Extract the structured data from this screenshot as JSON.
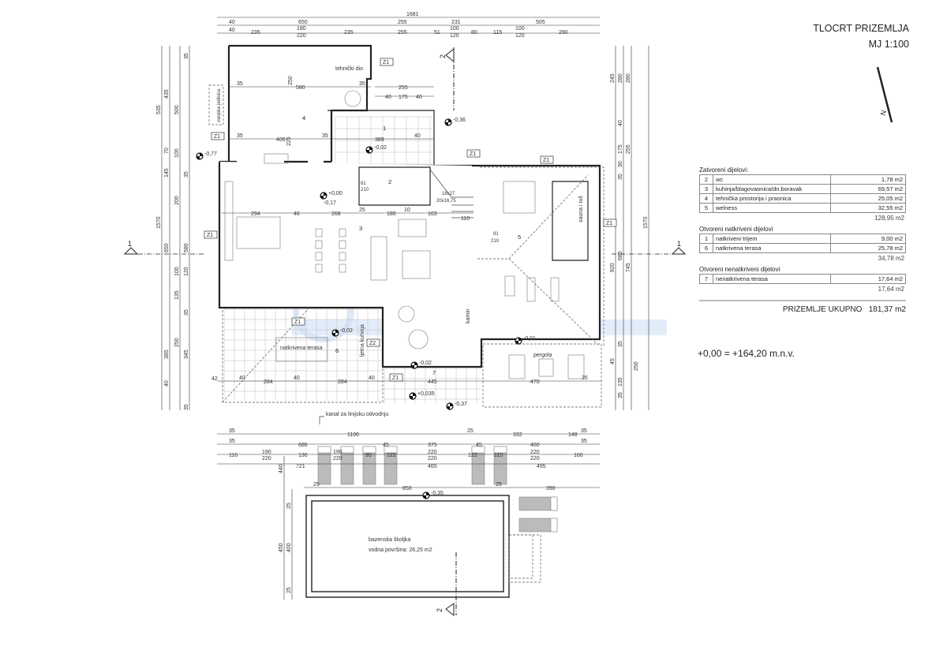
{
  "title": {
    "line1": "TLOCRT PRIZEMLJA",
    "line2": "MJ 1:100"
  },
  "areas": {
    "closed": {
      "label": "Zatvoreni dijelovi:",
      "rows": [
        {
          "n": "2",
          "name": "wc",
          "area": "1,78 m2"
        },
        {
          "n": "3",
          "name": "kuhinja/blagovaonica/dn.boravak",
          "area": "69,57 m2"
        },
        {
          "n": "4",
          "name": "tehnička prostorija i praonica",
          "area": "25,05 m2"
        },
        {
          "n": "5",
          "name": "welness",
          "area": "32,55 m2"
        }
      ],
      "total": "128,95 m2"
    },
    "covered": {
      "label": "Otvoreni natkriveni dijelovi",
      "rows": [
        {
          "n": "1",
          "name": "natkriveni trijem",
          "area": "9,00 m2"
        },
        {
          "n": "6",
          "name": "natkrivena terasa",
          "area": "25,78 m2"
        }
      ],
      "total": "34,78 m2"
    },
    "open": {
      "label": "Otvoreni nenatkriveni dijelovi",
      "rows": [
        {
          "n": "7",
          "name": "nenatkrivena terasa",
          "area": "17,64 m2"
        }
      ],
      "total": "17,64 m2"
    },
    "grand_total_label": "PRIZEMLJE UKUPNO",
    "grand_total": "181,37 m2"
  },
  "level_reference": "+0,00 = +164,20 m.n.v.",
  "rooms": {
    "tech_label": "tehnički dio",
    "r4": "4",
    "r1": "1",
    "r2": "2",
    "r3": "3",
    "r5": "5",
    "r6": "6",
    "r7": "7",
    "terrace": "natkrivena terasa",
    "summer_kitchen": "ljetna kuhinja",
    "fireplace": "kamin",
    "pergola": "pergola",
    "sauna": "sauna i tuš",
    "outdoor_unit": "vanjska jedinica",
    "drain": "kanal za linijsku odvodnju",
    "pool": "bazenska školjka",
    "pool_area": "vodna površina: 26,25 m2"
  },
  "levels": [
    "-0,36",
    "-0,02",
    "+0,00",
    "-0,17",
    "-0,77",
    "-0,02",
    "-0,01",
    "-0,02",
    "+0,035",
    "-0,37",
    "-0,35"
  ],
  "tags": {
    "z1": "Z1",
    "z2": "Z2"
  },
  "sections": {
    "s1": "1",
    "s2": "2"
  },
  "stairs": {
    "a": "18x27",
    "b": "20x16,75",
    "door_w": "91",
    "door_h": "210",
    "wc_a": "81",
    "wc_b": "210"
  },
  "dims": {
    "top1": [
      "1681"
    ],
    "top2": [
      "40",
      "650",
      "255",
      "231",
      "505"
    ],
    "top3": [
      "40",
      "235",
      "180",
      "220",
      "235",
      "255",
      "51",
      "100",
      "120",
      "80",
      "115",
      "100",
      "120",
      "290"
    ],
    "inner": [
      "35",
      "580",
      "35",
      "255",
      "40",
      "175",
      "40",
      "250",
      "35",
      "406",
      "35",
      "389",
      "40",
      "225",
      "294",
      "46",
      "268",
      "25",
      "180",
      "10",
      "163",
      "110"
    ],
    "terr": [
      "42",
      "40",
      "284",
      "40",
      "284",
      "40",
      "445",
      "470",
      "35"
    ],
    "b1": [
      "35",
      "1106",
      "25",
      "332",
      "148",
      "35"
    ],
    "b2": [
      "35",
      "686",
      "45",
      "375",
      "45",
      "460",
      "35"
    ],
    "b3": [
      "116",
      "190",
      "220",
      "130",
      "190",
      "220",
      "95",
      "122",
      "220",
      "220",
      "122",
      "115",
      "220",
      "220",
      "160"
    ],
    "b4": [
      "721",
      "465",
      "495"
    ],
    "b5": [
      "25",
      "850",
      "25",
      "390"
    ],
    "left": [
      "535",
      "435",
      "500",
      "35",
      "70",
      "100",
      "145",
      "35",
      "1570",
      "650",
      "200",
      "580",
      "100",
      "120",
      "135",
      "35",
      "385",
      "250",
      "345",
      "40",
      "35",
      "440",
      "450",
      "400",
      "25",
      "25"
    ],
    "right": [
      "245",
      "280",
      "280",
      "40",
      "175",
      "255",
      "30",
      "35",
      "1570",
      "820",
      "685",
      "745",
      "35",
      "45",
      "250",
      "135",
      "35"
    ]
  },
  "colors": {
    "line": "#222222",
    "watermark": "#cfe0f5"
  }
}
